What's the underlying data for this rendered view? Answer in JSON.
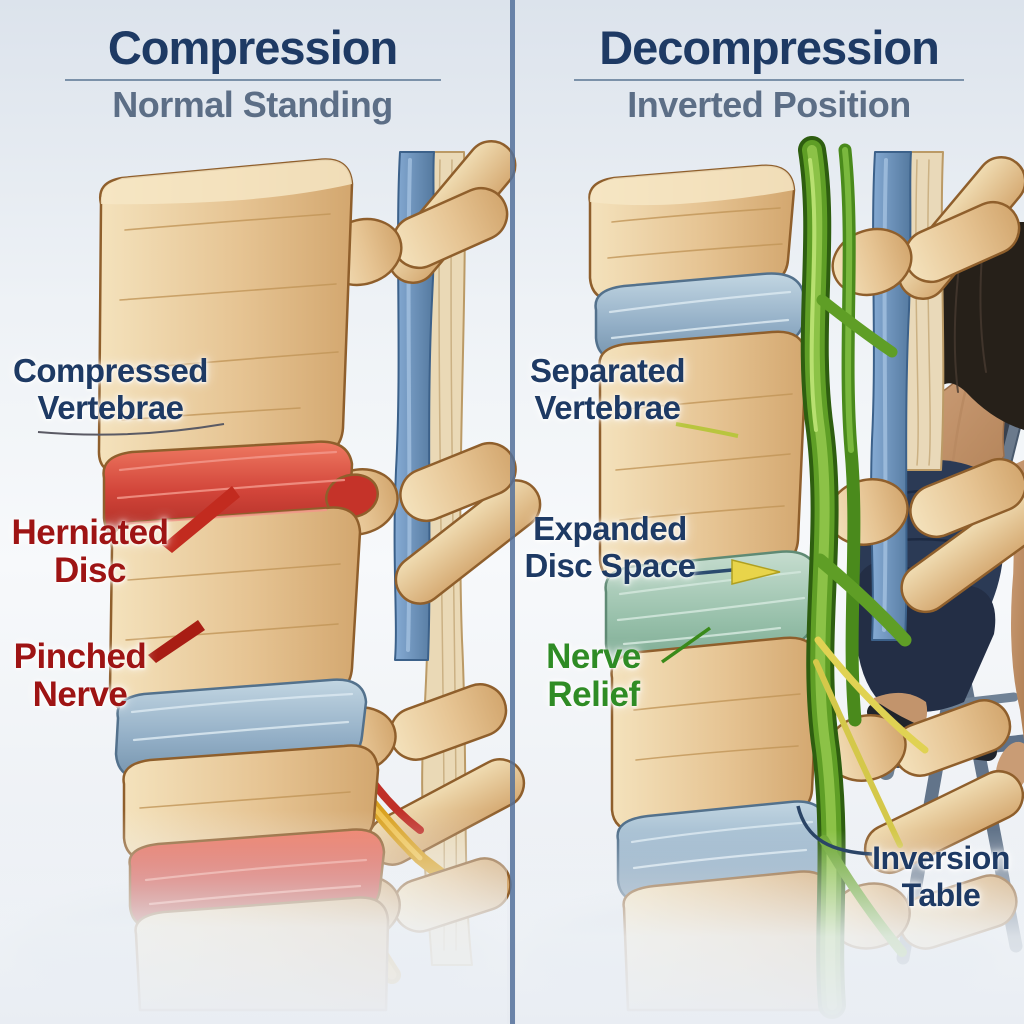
{
  "left_panel": {
    "title": "Compression",
    "subtitle": "Normal Standing",
    "labels": {
      "compressed_vertebrae": {
        "line1": "Compressed",
        "line2": "Vertebrae"
      },
      "herniated_disc": {
        "line1": "Herniated",
        "line2": "Disc"
      },
      "pinched_nerve": {
        "line1": "Pinched",
        "line2": "Nerve"
      }
    }
  },
  "right_panel": {
    "title": "Decompression",
    "subtitle": "Inverted Position",
    "labels": {
      "separated_vertebrae": {
        "line1": "Separated",
        "line2": "Vertebrae"
      },
      "expanded_disc_space": {
        "line1": "Expanded",
        "line2": "Disc Space"
      },
      "nerve_relief": {
        "line1": "Nerve",
        "line2": "Relief"
      },
      "inversion_table": {
        "line1": "Inversion",
        "line2": "Table"
      }
    }
  },
  "colors": {
    "title_navy": "#1e3a64",
    "subtitle_slate": "#5c6e86",
    "label_red": "#9e1414",
    "label_green": "#2f8c25",
    "divider_blue": "#53719b",
    "background_top": "#dce3ec",
    "bone_tan": "#e6c493",
    "bone_outline": "#8f5f2c",
    "disc_red": "#d2453a",
    "disc_blue": "#92aec6",
    "disc_teal": "#96bfa9",
    "nerve_yellow": "#e8bc2c",
    "nerve_orange": "#e09018",
    "nerve_green": "#5f9e26",
    "ligament_blue": "#6f9cc8",
    "table_metal": "#6e8093",
    "clothing_navy": "#2b3a55",
    "hair_dark": "#262019",
    "skin": "#c99c75"
  }
}
